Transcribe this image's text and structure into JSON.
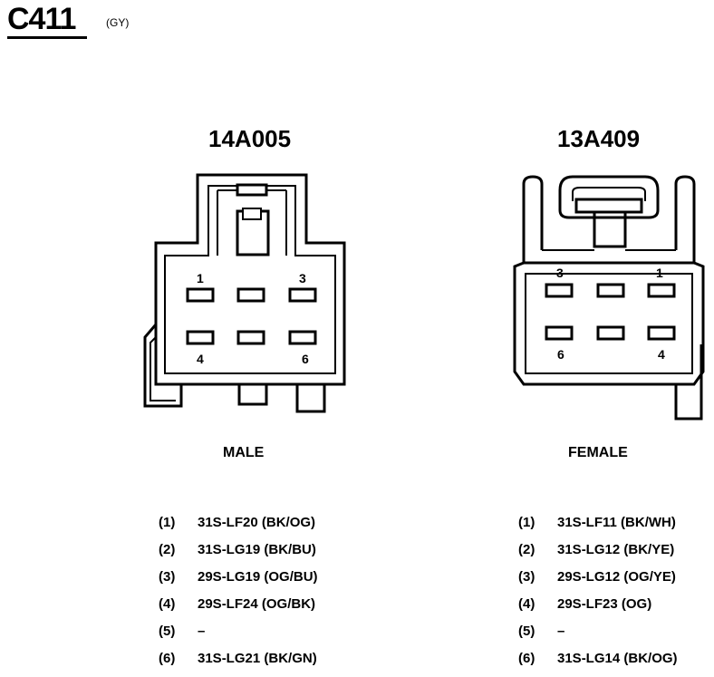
{
  "connector": {
    "name": "C411",
    "color_code": "(GY)"
  },
  "male": {
    "part_number": "14A005",
    "label": "MALE",
    "pin_labels": [
      "1",
      "3",
      "4",
      "6"
    ],
    "circuits": [
      {
        "pin": "(1)",
        "circuit": "31S-LF20 (BK/OG)"
      },
      {
        "pin": "(2)",
        "circuit": "31S-LG19 (BK/BU)"
      },
      {
        "pin": "(3)",
        "circuit": "29S-LG19 (OG/BU)"
      },
      {
        "pin": "(4)",
        "circuit": "29S-LF24 (OG/BK)"
      },
      {
        "pin": "(5)",
        "circuit": "–"
      },
      {
        "pin": "(6)",
        "circuit": "31S-LG21 (BK/GN)"
      }
    ]
  },
  "female": {
    "part_number": "13A409",
    "label": "FEMALE",
    "pin_labels": [
      "3",
      "1",
      "6",
      "4"
    ],
    "circuits": [
      {
        "pin": "(1)",
        "circuit": "31S-LF11 (BK/WH)"
      },
      {
        "pin": "(2)",
        "circuit": "31S-LG12 (BK/YE)"
      },
      {
        "pin": "(3)",
        "circuit": "29S-LG12 (OG/YE)"
      },
      {
        "pin": "(4)",
        "circuit": "29S-LF23 (OG)"
      },
      {
        "pin": "(5)",
        "circuit": "–"
      },
      {
        "pin": "(6)",
        "circuit": "31S-LG14 (BK/OG)"
      }
    ]
  }
}
